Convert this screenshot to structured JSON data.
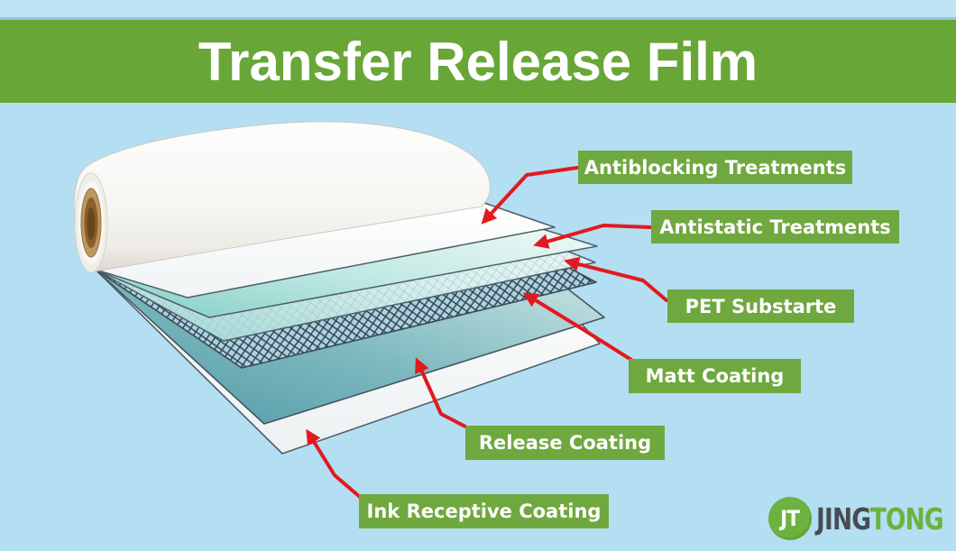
{
  "title": {
    "text": "Transfer Release Film"
  },
  "diagram": {
    "labels": [
      {
        "text": "Antiblocking Treatments"
      },
      {
        "text": "Antistatic Treatments"
      },
      {
        "text": "PET Substarte"
      },
      {
        "text": "Matt Coating"
      },
      {
        "text": "Release Coating"
      },
      {
        "text": "Ink Receptive Coating"
      }
    ],
    "layer_names": [
      "Antiblocking Treatments layer (top white sheet on roll)",
      "Antistatic Treatments layer (pale sheet)",
      "PET Substarte layer (teal sheet with light mesh)",
      "Matt Coating layer (dark crosshatch mesh sheet)",
      "Release Coating layer (teal gradient sheet)",
      "Ink Receptive Coating layer (bottom white sheet)"
    ]
  },
  "logo": {
    "monogram": "JT",
    "brand_dark": "JING",
    "brand_green": "TONG"
  },
  "colors": {
    "background_blue": "#b4def1",
    "banner_green": "#68a637",
    "label_green": "#6fa83e",
    "arrow_red": "#e2191f",
    "logo_green": "#6cb23f",
    "logo_dark": "#474c52",
    "roll_core_brown": "#8a5f2c"
  }
}
